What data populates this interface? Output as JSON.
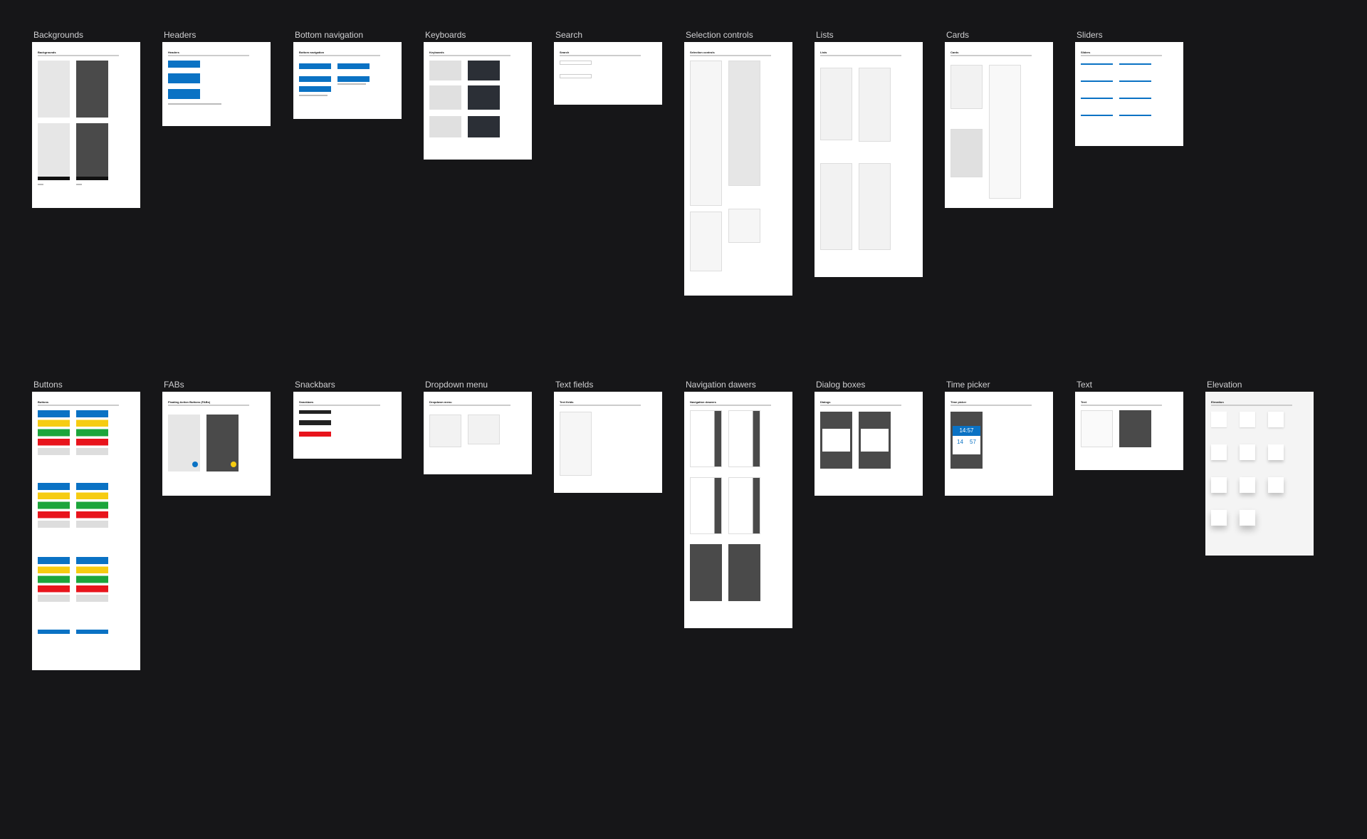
{
  "canvas": {
    "background": "#161618",
    "frames": [
      {
        "id": "backgrounds",
        "label": "Backgrounds",
        "title": "Backgrounds"
      },
      {
        "id": "headers",
        "label": "Headers",
        "title": "Headers"
      },
      {
        "id": "bottom-navigation",
        "label": "Bottom navigation",
        "title": "Bottom navigation"
      },
      {
        "id": "keyboards",
        "label": "Keyboards",
        "title": "Keyboards"
      },
      {
        "id": "search",
        "label": "Search",
        "title": "Search"
      },
      {
        "id": "selection-controls",
        "label": "Selection controls",
        "title": "Selection controls"
      },
      {
        "id": "lists",
        "label": "Lists",
        "title": "Lists"
      },
      {
        "id": "cards",
        "label": "Cards",
        "title": "Cards"
      },
      {
        "id": "sliders",
        "label": "Sliders",
        "title": "Sliders"
      },
      {
        "id": "buttons",
        "label": "Buttons",
        "title": "Buttons"
      },
      {
        "id": "fabs",
        "label": "FABs",
        "title": "Floating Action Buttons (FABs)"
      },
      {
        "id": "snackbars",
        "label": "Snackbars",
        "title": "Snackbars"
      },
      {
        "id": "dropdown-menu",
        "label": "Dropdown menu",
        "title": "Dropdown menu"
      },
      {
        "id": "text-fields",
        "label": "Text fields",
        "title": "Text fields"
      },
      {
        "id": "navigation-drawers",
        "label": "Navigation dawers",
        "title": "Navigation drawers"
      },
      {
        "id": "dialog-boxes",
        "label": "Dialog boxes",
        "title": "Dialogs"
      },
      {
        "id": "time-picker",
        "label": "Time picker",
        "title": "Time picker"
      },
      {
        "id": "text",
        "label": "Text",
        "title": "Text"
      },
      {
        "id": "elevation",
        "label": "Elevation",
        "title": "Elevation"
      }
    ]
  },
  "colors": {
    "primary_blue": "#0a72c4",
    "yellow": "#f6cc11",
    "green": "#1ca53b",
    "red": "#e8141c",
    "dark_surface": "#2b2f36",
    "grey_surface": "#e6e6e6",
    "dark_grey": "#4a4a4a"
  },
  "time_picker": {
    "hours": "14",
    "minutes": "57",
    "time": "14:57"
  }
}
